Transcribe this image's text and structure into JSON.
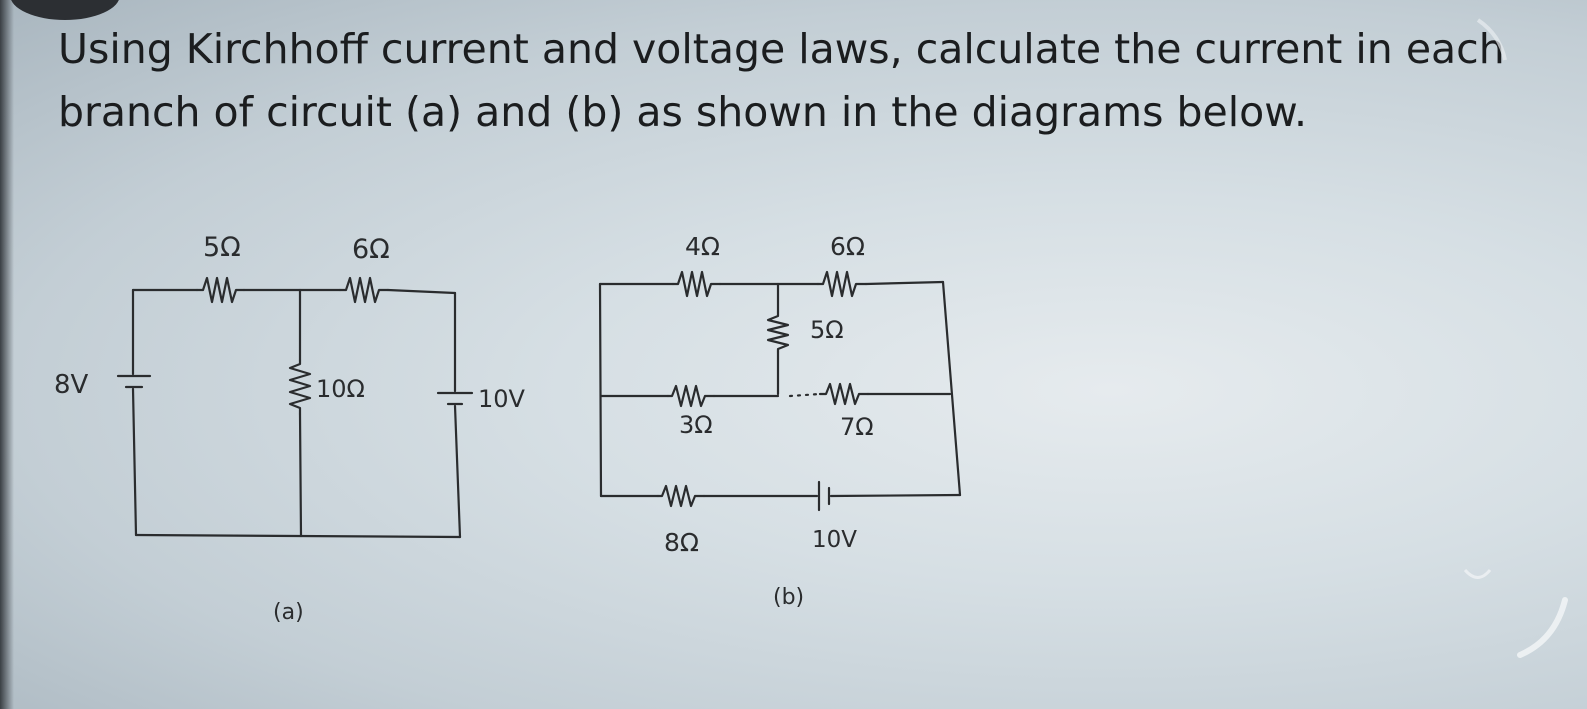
{
  "question": {
    "line1": "Using Kirchhoff current and voltage laws, calculate the current in each",
    "line2": "branch of circuit (a) and (b) as shown in the diagrams below."
  },
  "circuit_a": {
    "caption": "(a)",
    "labels": {
      "r_top_left": "5Ω",
      "r_top_right": "6Ω",
      "r_middle": "10Ω",
      "v_left": "8V",
      "v_right": "10V"
    }
  },
  "circuit_b": {
    "caption": "(b)",
    "labels": {
      "r_top_left": "4Ω",
      "r_top_right": "6Ω",
      "r_vertical": "5Ω",
      "r_mid_left": "3Ω",
      "r_mid_right": "7Ω",
      "r_bottom": "8Ω",
      "v_bottom": "10V"
    }
  }
}
